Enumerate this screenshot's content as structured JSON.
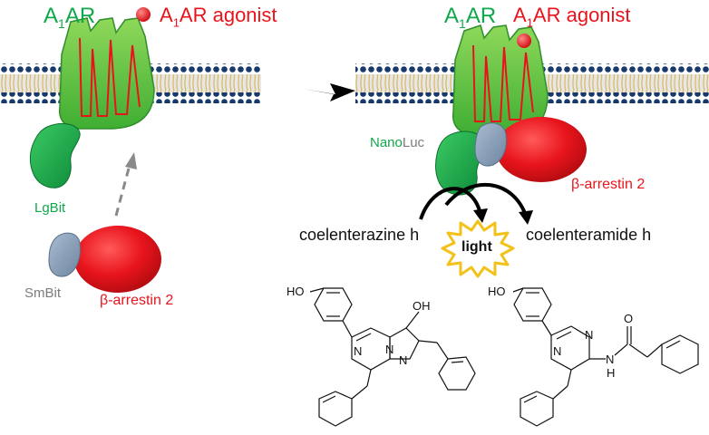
{
  "left_panel": {
    "receptor_label": {
      "main": "A",
      "sub": "1",
      "rest": "AR"
    },
    "agonist_label": {
      "main": "A",
      "sub": "1",
      "rest": "AR agonist"
    },
    "lgbit_label": "LgBit",
    "smbit_label": "SmBit",
    "arrestin_label": "β-arrestin 2"
  },
  "right_panel": {
    "receptor_label": {
      "main": "A",
      "sub": "1",
      "rest": "AR"
    },
    "agonist_label": {
      "main": "A",
      "sub": "1",
      "rest": "AR agonist"
    },
    "nanoluc_label": {
      "part1": "Nano",
      "part2": "Luc"
    },
    "arrestin_label": "β-arrestin 2"
  },
  "reaction": {
    "substrate": "coelenterazine h",
    "product": "coelenteramide h",
    "light": "light"
  },
  "structures": {
    "substrate_atoms": {
      "hydroxyl_top": "HO",
      "hydroxyl_right": "OH",
      "n1": "N",
      "n2": "N",
      "n3": "N"
    },
    "product_atoms": {
      "hydroxyl_top": "HO",
      "carbonyl": "O",
      "n1": "N",
      "n2": "N",
      "amide_n": "N",
      "amide_h": "H"
    }
  },
  "colors": {
    "receptor": "#5ccb3c",
    "receptor_inner": "#b9e07a",
    "loop": "#e8141c",
    "lgbit": "#10a84a",
    "smbit": "#8ea3bd",
    "arrestin": "#e8141c",
    "membrane_head": "#17396b",
    "membrane_tail": "#e9b42a"
  }
}
